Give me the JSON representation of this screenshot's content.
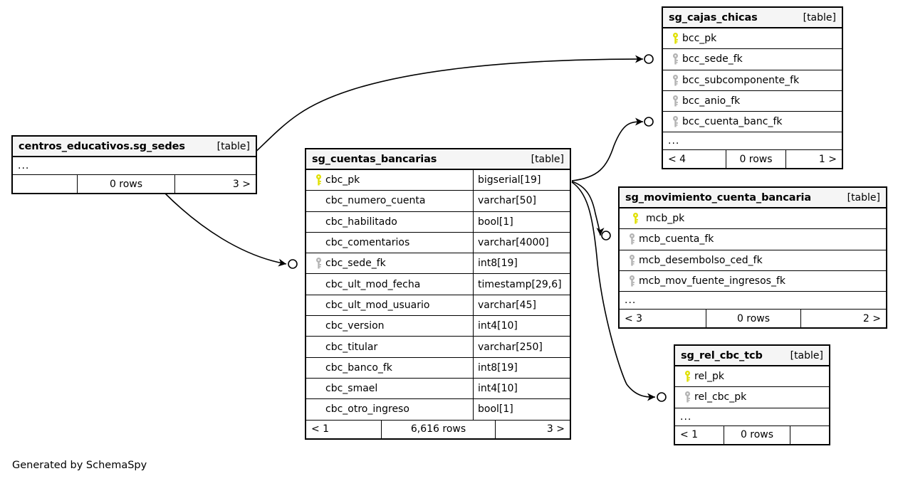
{
  "diagram": {
    "type": "database-schema-erd",
    "generator_note": "Generated by SchemaSpy",
    "table_tag": "[table]",
    "ellipsis": "..."
  },
  "colors": {
    "primary_key": "#e0e000",
    "foreign_key": "#b3b3b3",
    "header_background": "#f5f5f5",
    "border": "#000000",
    "background": "#ffffff"
  },
  "tables": {
    "sedes": {
      "name": "centros_educativos.sg_sedes",
      "tag": "[table]",
      "columns": [],
      "ellipsis": "...",
      "footer": {
        "left": "",
        "middle": "0 rows",
        "right": "3 >"
      }
    },
    "cuentas": {
      "name": "sg_cuentas_bancarias",
      "tag": "[table]",
      "columns": [
        {
          "key": "pk",
          "name": "cbc_pk",
          "type": "bigserial[19]"
        },
        {
          "key": "",
          "name": "cbc_numero_cuenta",
          "type": "varchar[50]"
        },
        {
          "key": "",
          "name": "cbc_habilitado",
          "type": "bool[1]"
        },
        {
          "key": "",
          "name": "cbc_comentarios",
          "type": "varchar[4000]"
        },
        {
          "key": "fk",
          "name": "cbc_sede_fk",
          "type": "int8[19]"
        },
        {
          "key": "",
          "name": "cbc_ult_mod_fecha",
          "type": "timestamp[29,6]"
        },
        {
          "key": "",
          "name": "cbc_ult_mod_usuario",
          "type": "varchar[45]"
        },
        {
          "key": "",
          "name": "cbc_version",
          "type": "int4[10]"
        },
        {
          "key": "",
          "name": "cbc_titular",
          "type": "varchar[250]"
        },
        {
          "key": "",
          "name": "cbc_banco_fk",
          "type": "int8[19]"
        },
        {
          "key": "",
          "name": "cbc_smael",
          "type": "int4[10]"
        },
        {
          "key": "",
          "name": "cbc_otro_ingreso",
          "type": "bool[1]"
        }
      ],
      "footer": {
        "left": "< 1",
        "middle": "6,616 rows",
        "right": "3 >"
      }
    },
    "cajas": {
      "name": "sg_cajas_chicas",
      "tag": "[table]",
      "columns": [
        {
          "key": "pk",
          "name": "bcc_pk"
        },
        {
          "key": "fk",
          "name": "bcc_sede_fk"
        },
        {
          "key": "fk",
          "name": "bcc_subcomponente_fk"
        },
        {
          "key": "fk",
          "name": "bcc_anio_fk"
        },
        {
          "key": "fk",
          "name": "bcc_cuenta_banc_fk"
        }
      ],
      "ellipsis": "...",
      "footer": {
        "left": "< 4",
        "middle": "0 rows",
        "right": "1 >"
      }
    },
    "movimiento": {
      "name": "sg_movimiento_cuenta_bancaria",
      "tag": "[table]",
      "columns": [
        {
          "key": "pk",
          "name": "mcb_pk"
        },
        {
          "key": "fk",
          "name": "mcb_cuenta_fk"
        },
        {
          "key": "fk",
          "name": "mcb_desembolso_ced_fk"
        },
        {
          "key": "fk",
          "name": "mcb_mov_fuente_ingresos_fk"
        }
      ],
      "ellipsis": "...",
      "footer": {
        "left": "< 3",
        "middle": "0 rows",
        "right": "2 >"
      }
    },
    "rel": {
      "name": "sg_rel_cbc_tcb",
      "tag": "[table]",
      "columns": [
        {
          "key": "pk",
          "name": "rel_pk"
        },
        {
          "key": "fk",
          "name": "rel_cbc_pk"
        }
      ],
      "ellipsis": "...",
      "footer": {
        "left": "< 1",
        "middle": "0 rows",
        "right": ""
      }
    }
  },
  "relationships": [
    {
      "from": "centros_educativos.sg_sedes",
      "to": "sg_cajas_chicas.bcc_sede_fk"
    },
    {
      "from": "centros_educativos.sg_sedes",
      "to": "sg_cuentas_bancarias.cbc_sede_fk"
    },
    {
      "from": "sg_cuentas_bancarias.cbc_pk",
      "to": "sg_cajas_chicas.bcc_cuenta_banc_fk"
    },
    {
      "from": "sg_cuentas_bancarias.cbc_pk",
      "to": "sg_movimiento_cuenta_bancaria.mcb_cuenta_fk"
    },
    {
      "from": "sg_cuentas_bancarias.cbc_pk",
      "to": "sg_rel_cbc_tcb.rel_cbc_pk"
    }
  ]
}
